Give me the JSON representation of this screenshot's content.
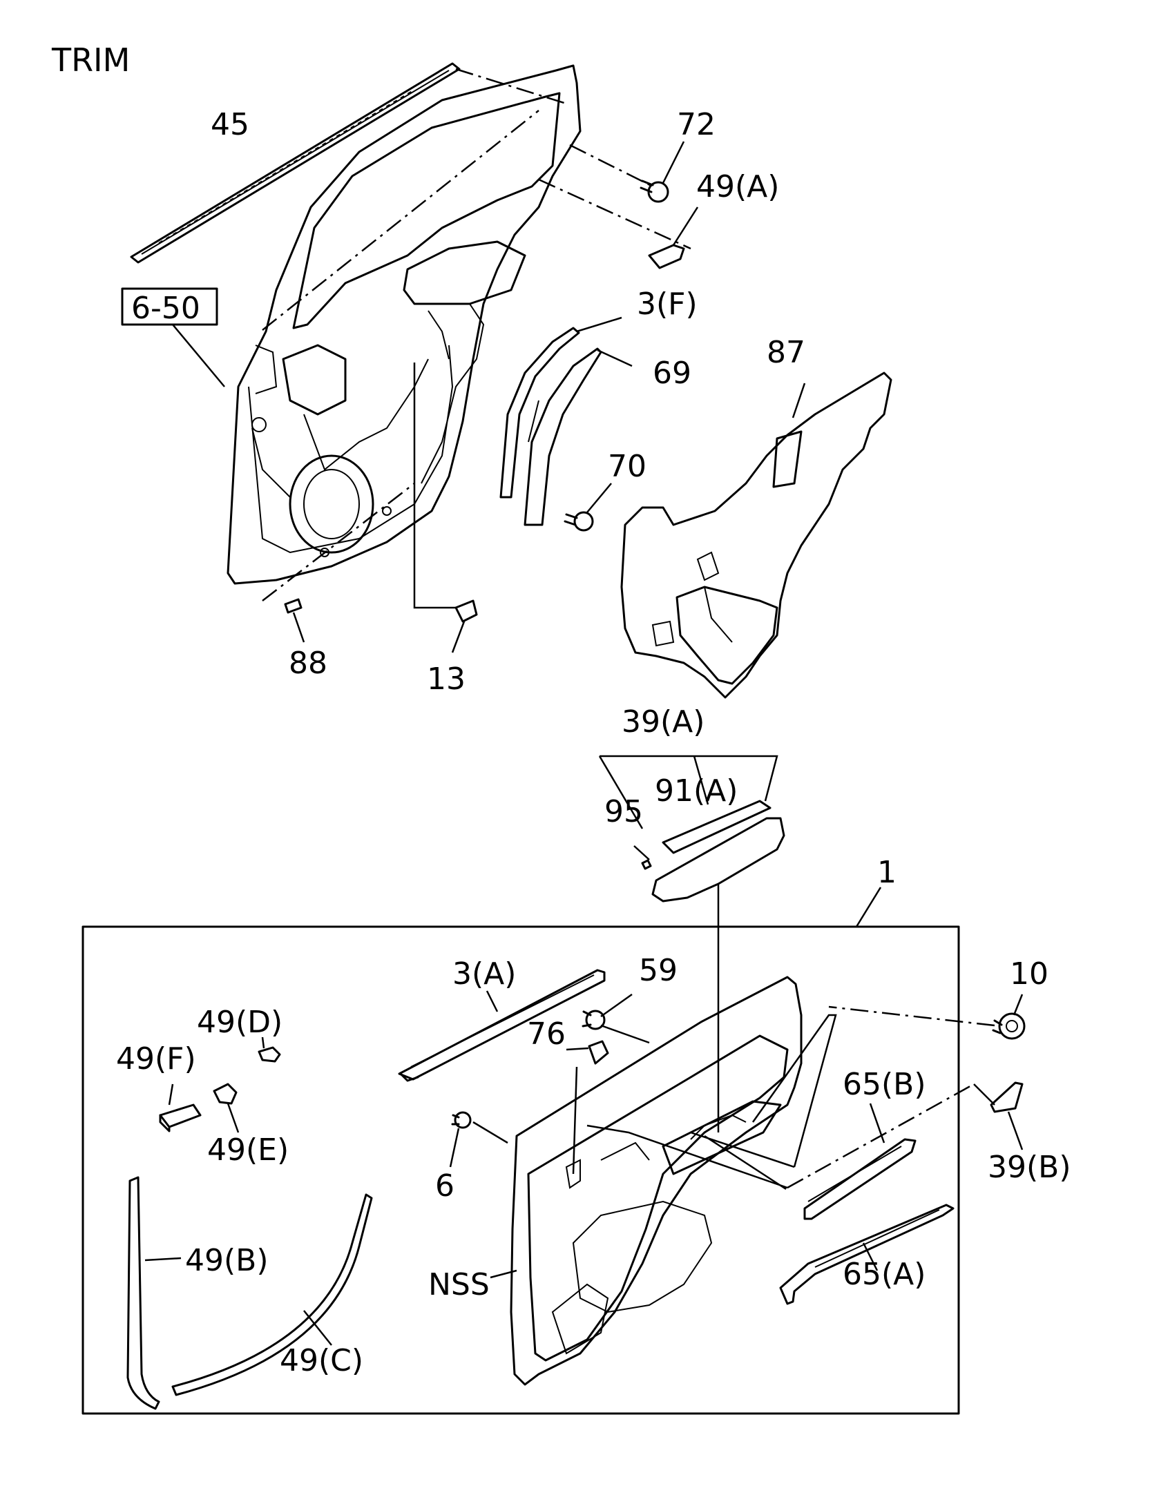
{
  "title": "TRIM",
  "ref_box": "6-50",
  "callouts": {
    "c45": "45",
    "c72": "72",
    "c49A": "49(A)",
    "c3F": "3(F)",
    "c69": "69",
    "c87": "87",
    "c70": "70",
    "c88": "88",
    "c13": "13",
    "c39A": "39(A)",
    "c95": "95",
    "c91A": "91(A)",
    "c1": "1",
    "c10": "10",
    "c3A": "3(A)",
    "c59": "59",
    "c49D": "49(D)",
    "c76": "76",
    "c49F": "49(F)",
    "c65B": "65(B)",
    "c49E": "49(E)",
    "c6": "6",
    "c39B": "39(B)",
    "c49B": "49(B)",
    "cNSS": "NSS",
    "c65A": "65(A)",
    "c49C": "49(C)"
  }
}
